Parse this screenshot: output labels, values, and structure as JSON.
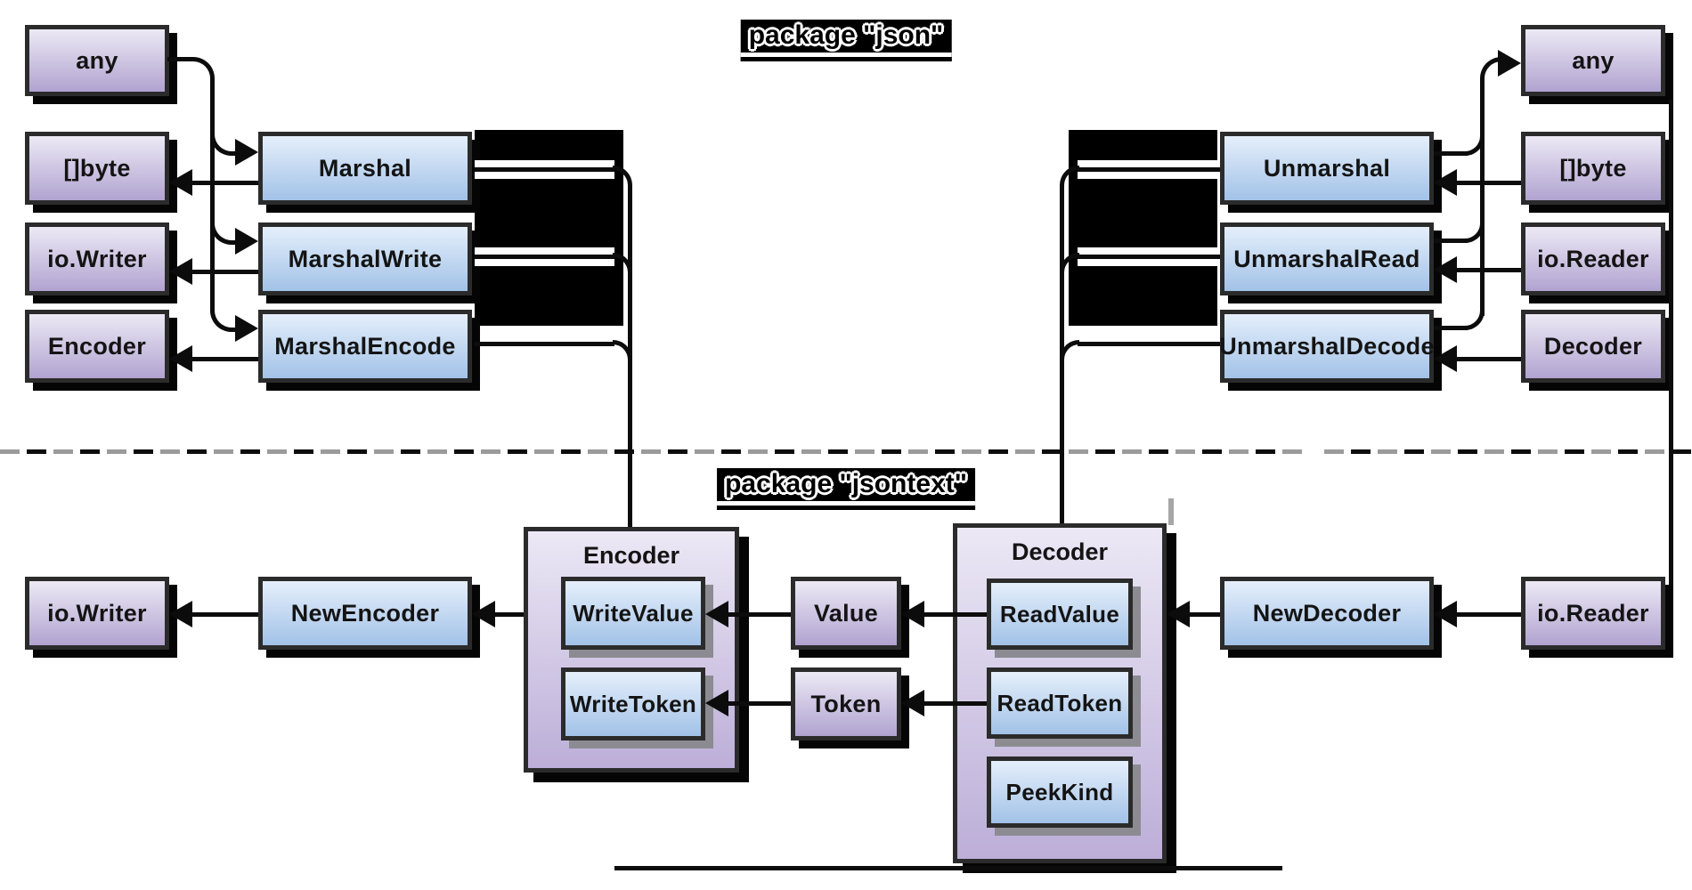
{
  "titles": {
    "json": "package \"json\"",
    "jsontext": "package \"jsontext\""
  },
  "json_pkg": {
    "left_types": [
      {
        "label": "any"
      },
      {
        "label": "[]byte"
      },
      {
        "label": "io.Writer"
      },
      {
        "label": "Encoder"
      }
    ],
    "marshal_funcs": [
      {
        "label": "Marshal"
      },
      {
        "label": "MarshalWrite"
      },
      {
        "label": "MarshalEncode"
      }
    ],
    "unmarshal_funcs": [
      {
        "label": "Unmarshal"
      },
      {
        "label": "UnmarshalRead"
      },
      {
        "label": "UnmarshalDecode"
      }
    ],
    "right_types": [
      {
        "label": "any"
      },
      {
        "label": "[]byte"
      },
      {
        "label": "io.Reader"
      },
      {
        "label": "Decoder"
      }
    ]
  },
  "jsontext_pkg": {
    "io_writer": "io.Writer",
    "new_encoder": "NewEncoder",
    "encoder": {
      "title": "Encoder",
      "methods": [
        {
          "label": "WriteValue"
        },
        {
          "label": "WriteToken"
        }
      ]
    },
    "value": "Value",
    "token": "Token",
    "decoder": {
      "title": "Decoder",
      "methods": [
        {
          "label": "ReadValue"
        },
        {
          "label": "ReadToken"
        },
        {
          "label": "PeekKind"
        }
      ]
    },
    "new_decoder": "NewDecoder",
    "io_reader": "io.Reader"
  },
  "colors": {
    "purple_top": "#ece9f5",
    "purple_bottom": "#b1a3d0",
    "blue_top": "#e5effb",
    "blue_bottom": "#a2c2e7",
    "container_bottom": "#bcaed8",
    "box_shadow": "#050505",
    "inner_shadow": "#8b8b91",
    "line": "#0c0c0c",
    "dash_gray": "#9b9b9b",
    "redact_black": "#000000"
  }
}
